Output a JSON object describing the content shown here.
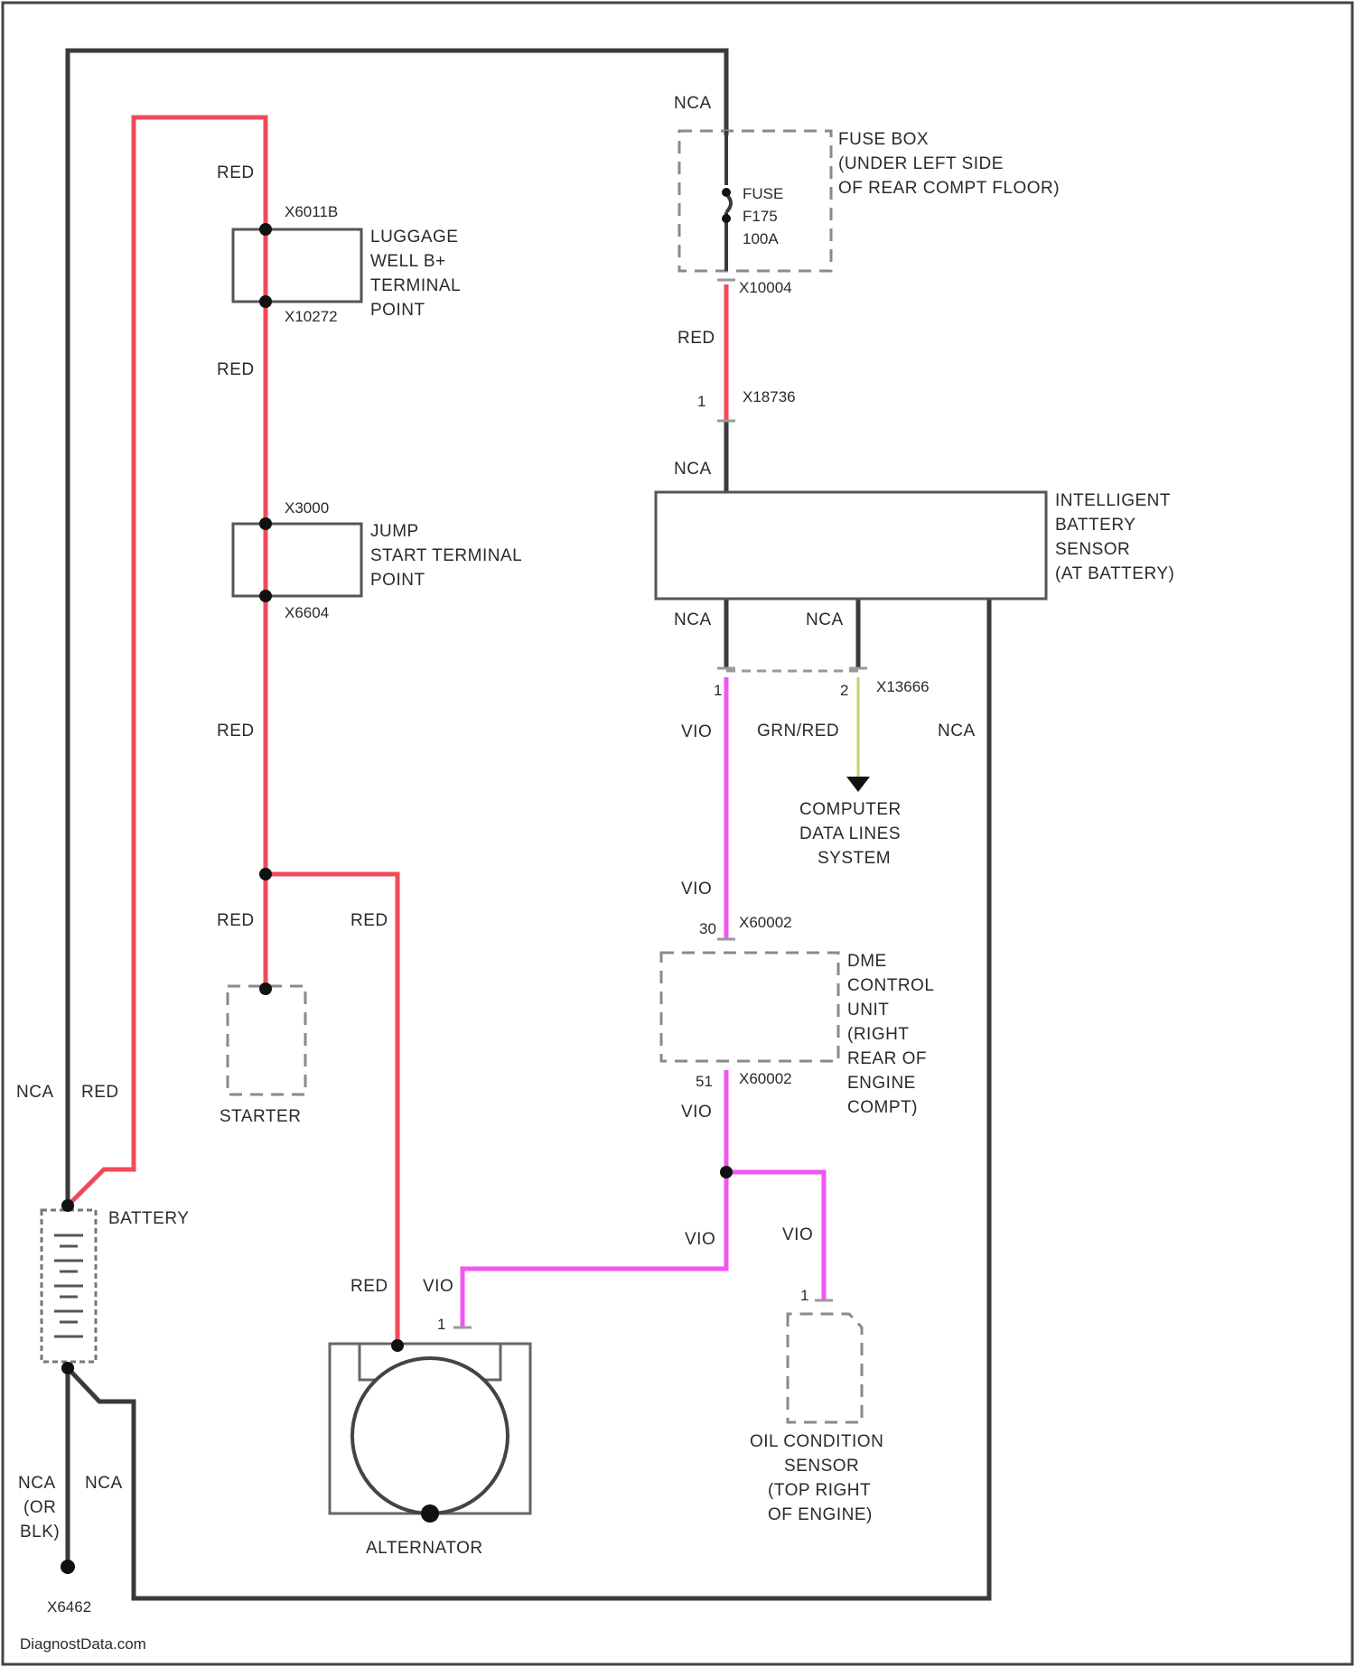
{
  "diagram": {
    "wire_colors": {
      "black": "#3a3a3a",
      "red": "#f24a5a",
      "violet": "#f255f2",
      "green_red": "#c8cf6a"
    },
    "components": {
      "luggage_well": [
        "LUGGAGE",
        "WELL B+",
        "TERMINAL",
        "POINT"
      ],
      "jump_start": [
        "JUMP",
        "START TERMINAL",
        "POINT"
      ],
      "starter": "STARTER",
      "battery": "BATTERY",
      "alternator": "ALTERNATOR",
      "fuse_box": [
        "FUSE BOX",
        "(UNDER LEFT SIDE",
        "OF REAR COMPT FLOOR)"
      ],
      "fuse": [
        "FUSE",
        "F175",
        "100A"
      ],
      "ibs": [
        "INTELLIGENT",
        "BATTERY",
        "SENSOR",
        "(AT BATTERY)"
      ],
      "computer_data": [
        "COMPUTER",
        "DATA LINES",
        "SYSTEM"
      ],
      "dme": [
        "DME",
        "CONTROL",
        "UNIT",
        "(RIGHT",
        "REAR OF",
        "ENGINE",
        "COMPT)"
      ],
      "oil_sensor": [
        "OIL CONDITION",
        "SENSOR",
        "(TOP RIGHT",
        "OF ENGINE)"
      ]
    },
    "connectors": {
      "x6011": "X6011B",
      "x10272": "X10272",
      "x3000": "X3000",
      "x6604": "X6604",
      "x10004": "X10004",
      "x18736": "X18736",
      "x13666": "X13666",
      "x60002_top": "X60002",
      "x60002_bot": "X60002",
      "x6462": "X6462"
    },
    "pins": {
      "p1_x18736": "1",
      "p1_x13666": "1",
      "p2_x13666": "2",
      "p30": "30",
      "p51": "51",
      "p1_alt": "1",
      "p1_oil": "1"
    },
    "wire_labels": {
      "red_1": "RED",
      "red_2": "RED",
      "red_3": "RED",
      "red_4": "RED",
      "red_5": "RED",
      "red_6": "RED",
      "red_7": "RED",
      "red_8": "RED",
      "nca_1": "NCA",
      "nca_2": "NCA",
      "nca_3": "NCA",
      "nca_4": "NCA",
      "nca_5": "NCA",
      "nca_6": "NCA",
      "nca_7": "NCA",
      "nca_8": "NCA",
      "vio_1": "VIO",
      "vio_2": "VIO",
      "vio_3": "VIO",
      "vio_4": "VIO",
      "vio_5": "VIO",
      "vio_6": "VIO",
      "grn_red": "GRN/RED",
      "or": "(OR",
      "blk": "BLK)"
    },
    "watermark": "DiagnostData.com"
  }
}
